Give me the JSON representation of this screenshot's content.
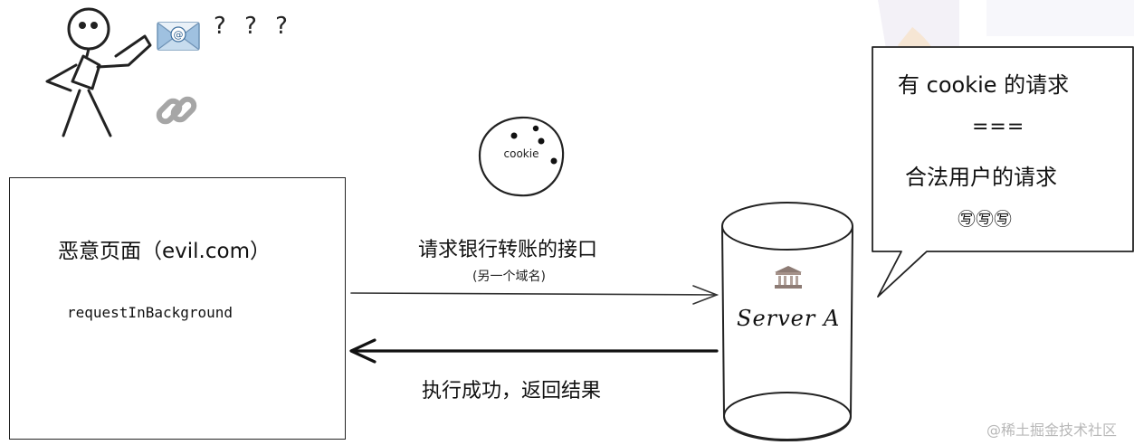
{
  "figure": {
    "question_marks": "? ? ?",
    "icons": [
      "stick-figure",
      "mail-icon",
      "link-icon"
    ]
  },
  "cookie": {
    "label": "cookie"
  },
  "evil_page": {
    "title": "恶意页面（evil.com）",
    "code": "requestInBackground"
  },
  "request": {
    "label": "请求银行转账的接口",
    "sub_label": "(另一个域名)"
  },
  "response": {
    "label": "执行成功，返回结果"
  },
  "server": {
    "label": "Server A",
    "icon": "bank-icon"
  },
  "bubble": {
    "line1": "有 cookie 的请求",
    "line2": "===",
    "line3": "合法用户的请求",
    "line4": "㊢㊢㊢"
  },
  "watermark": {
    "text": "@稀土掘金技术社区"
  },
  "colors": {
    "stroke": "#222222",
    "mail_blue": "#8fb6d8",
    "link_gray": "#a8a8a8",
    "watermark": "#b8b8b8"
  }
}
